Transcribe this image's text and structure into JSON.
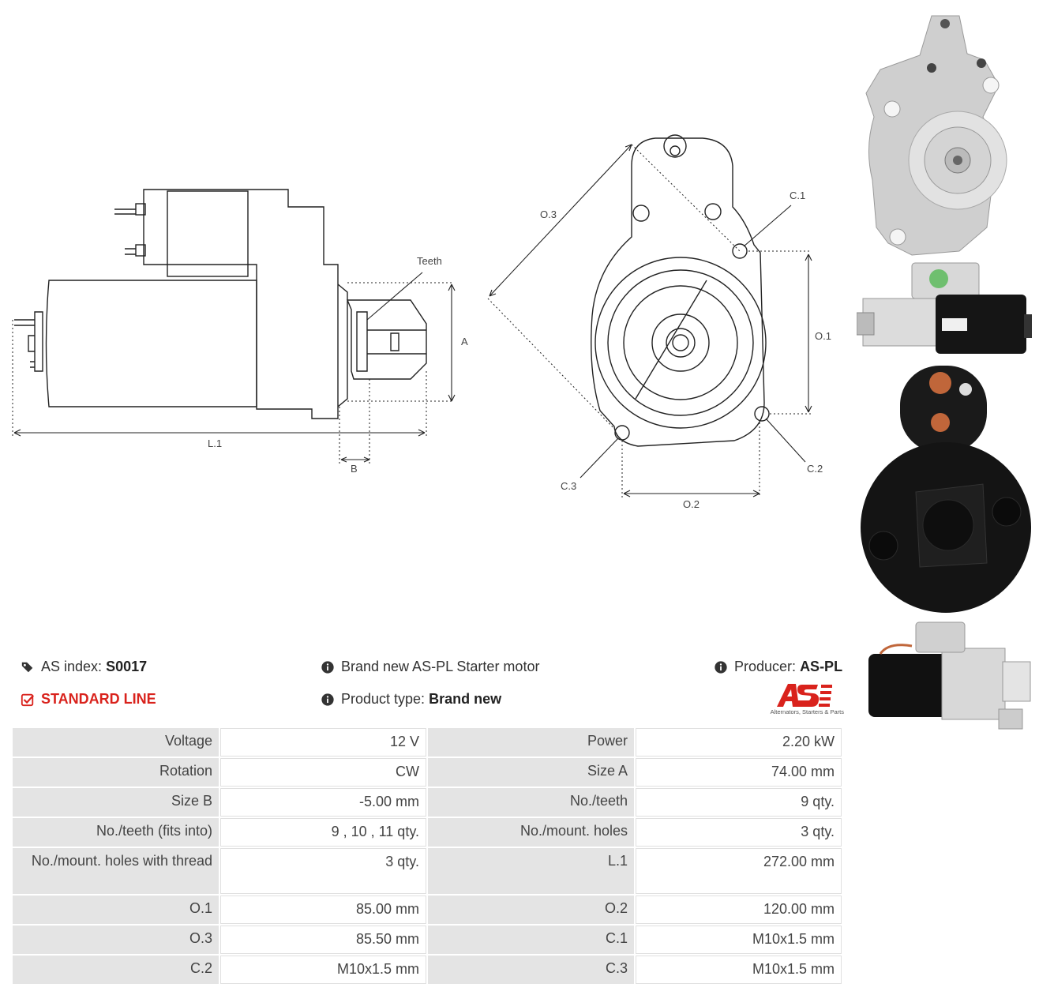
{
  "drawing": {
    "labels": {
      "teeth": "Teeth",
      "a": "A",
      "l1": "L.1",
      "b": "B",
      "o3": "O.3",
      "c1": "C.1",
      "o1": "O.1",
      "c2": "C.2",
      "c3": "C.3",
      "o2": "O.2"
    }
  },
  "info": {
    "as_index_label": "AS index:",
    "as_index_value": "S0017",
    "line": "STANDARD LINE",
    "description": "Brand new AS-PL Starter motor",
    "product_type_label": "Product type:",
    "product_type_value": "Brand new",
    "producer_label": "Producer:",
    "producer_value": "AS-PL"
  },
  "logo": {
    "mark": "AS",
    "tagline": "Alternators, Starters & Parts"
  },
  "colors": {
    "accent_red": "#d9221c",
    "label_cell": "#e4e4e4"
  },
  "specs": [
    {
      "label1": "Voltage",
      "value1": "12 V",
      "label2": "Power",
      "value2": "2.20 kW"
    },
    {
      "label1": "Rotation",
      "value1": "CW",
      "label2": "Size A",
      "value2": "74.00 mm"
    },
    {
      "label1": "Size B",
      "value1": "-5.00 mm",
      "label2": "No./teeth",
      "value2": "9 qty."
    },
    {
      "label1": "No./teeth (fits into)",
      "value1": "9 , 10 , 11 qty.",
      "label2": "No./mount. holes",
      "value2": "3 qty."
    },
    {
      "label1": "No./mount. holes with thread",
      "value1": "3 qty.",
      "label2": "L.1",
      "value2": "272.00 mm"
    },
    {
      "label1": "O.1",
      "value1": "85.00 mm",
      "label2": "O.2",
      "value2": "120.00 mm"
    },
    {
      "label1": "O.3",
      "value1": "85.50 mm",
      "label2": "C.1",
      "value2": "M10x1.5 mm"
    },
    {
      "label1": "C.2",
      "value1": "M10x1.5 mm",
      "label2": "C.3",
      "value2": "M10x1.5 mm"
    }
  ]
}
